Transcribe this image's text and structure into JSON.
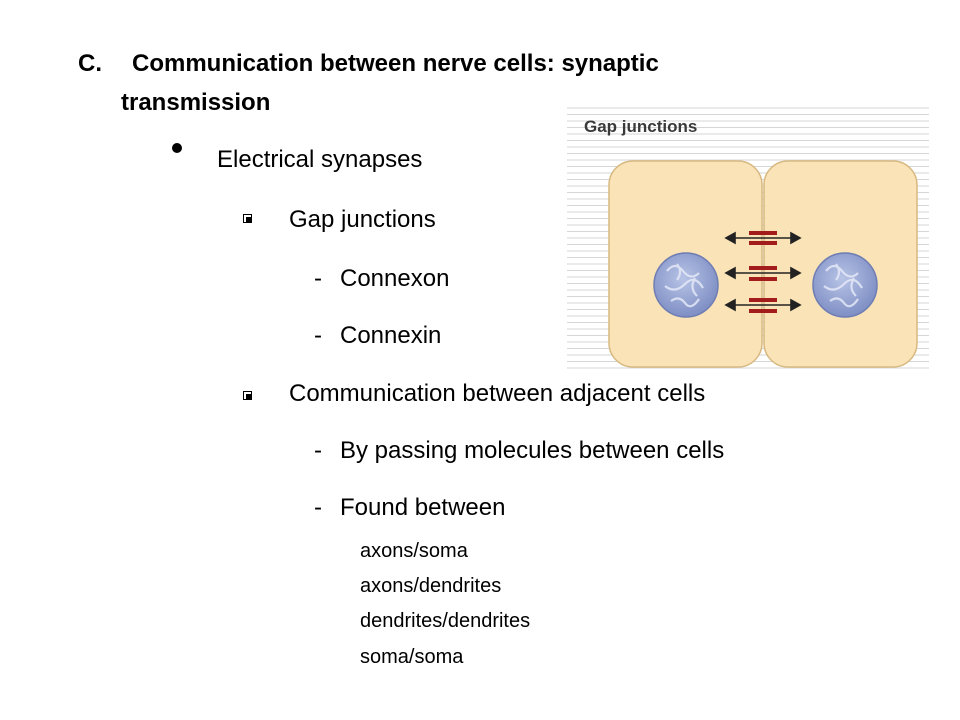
{
  "slide": {
    "heading": {
      "letter": "C.",
      "line1": "Communication between nerve cells: synaptic",
      "line2": "transmission"
    },
    "level1": "Electrical synapses",
    "sections": [
      {
        "label": "Gap junctions",
        "items": [
          "Connexon",
          "Connexin"
        ]
      },
      {
        "label": "Communication between adjacent cells",
        "items": [
          "By passing molecules between cells",
          "Found between"
        ]
      }
    ],
    "dash": "-",
    "found_between_list": [
      "axons/soma",
      "axons/dendrites",
      "dendrites/dendrites",
      "soma/soma"
    ]
  },
  "figure": {
    "title": "Gap junctions",
    "colors": {
      "cell_fill": "#fae3b6",
      "cell_stroke": "#d7b981",
      "nucleus": "#8f9fd0",
      "channel": "#a31c1c",
      "lines": "#d6d6d6"
    }
  }
}
